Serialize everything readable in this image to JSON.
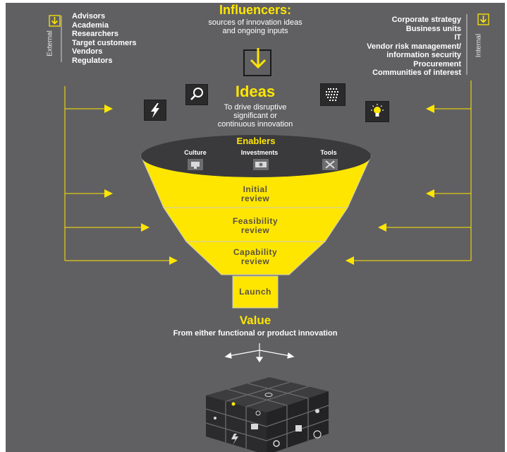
{
  "influencers": {
    "title": "Influencers:",
    "subtitle_line1": "sources of innovation ideas",
    "subtitle_line2": "and ongoing inputs"
  },
  "external": {
    "label": "External",
    "items": [
      "Advisors",
      "Academia",
      "Researchers",
      "Target customers",
      "Vendors",
      "Regulators"
    ]
  },
  "internal": {
    "label": "Internal",
    "items": [
      "Corporate strategy",
      "Business units",
      "IT",
      "Vendor risk management/",
      "information security",
      "Procurement",
      "Communities of interest"
    ]
  },
  "ideas": {
    "title": "Ideas",
    "line1": "To drive disruptive",
    "line2": "significant or",
    "line3": "continuous innovation"
  },
  "enablers": {
    "title": "Enablers",
    "items": [
      "Culture",
      "Investments",
      "Tools"
    ]
  },
  "stages": {
    "initial_line1": "Initial",
    "initial_line2": "review",
    "feasibility_line1": "Feasibility",
    "feasibility_line2": "review",
    "capability_line1": "Capability",
    "capability_line2": "review",
    "launch": "Launch"
  },
  "value": {
    "title": "Value",
    "subtitle": "From either functional or product innovation"
  },
  "colors": {
    "background": "#606062",
    "accent": "#ffe600",
    "funnel_top": "#3a3a3c",
    "icon_box": "#2a2a2b"
  },
  "icons": [
    "download-arrow-icon",
    "magnifier-icon",
    "binary-code-icon",
    "lightning-icon",
    "lightbulb-icon",
    "culture-icon",
    "investments-icon",
    "tools-icon",
    "cube-icon"
  ]
}
